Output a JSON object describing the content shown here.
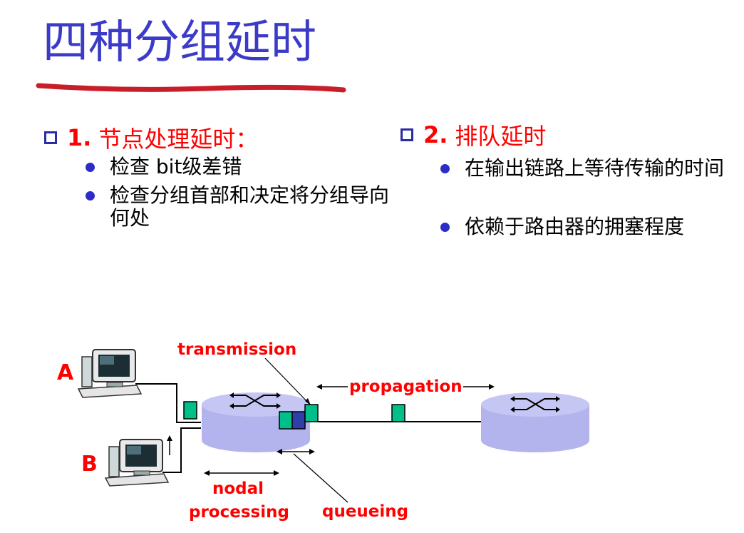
{
  "title": "四种分组延时",
  "section1": {
    "number": "1.",
    "heading": "节点处理延时：",
    "bullets": [
      "检查 bit级差错",
      "检查分组首部和决定将分组导向何处"
    ]
  },
  "section2": {
    "number": "2.",
    "heading": "排队延时",
    "bullets": [
      "在输出链路上等待传输的时间",
      "依赖于路由器的拥塞程度"
    ]
  },
  "diagram": {
    "host_a": "A",
    "host_b": "B",
    "transmission": "transmission",
    "propagation": "propagation",
    "nodal": "nodal",
    "processing": "processing",
    "queueing": "queueing"
  },
  "colors": {
    "title": "#3b3bc8",
    "accent": "#ff0000",
    "router": "#b3b3ee",
    "packet": "#00c08a"
  }
}
